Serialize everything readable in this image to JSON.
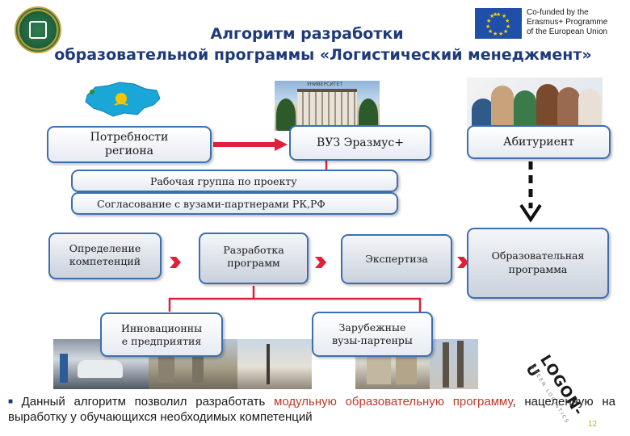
{
  "title": {
    "line1": "Алгоритм разработки",
    "line2": "образовательной программы «Логистический менеджмент»"
  },
  "eu_logo": {
    "line1": "Co-funded by the",
    "line2": "Erasmus+ Programme",
    "line3": "of the European Union"
  },
  "building_sign": "УНИВЕРСИТЕТ",
  "boxes": {
    "need_line1": "Потребности",
    "need_line2": "региона",
    "vuz": "ВУЗ  Эразмус+",
    "abiturient": "Абитуриент",
    "working_group": "Рабочая группа по проекту",
    "agreement": "Согласование с вузами-партнерами РК,РФ",
    "competence_line1": "Определение",
    "competence_line2": "компетенций",
    "development_line1": "Разработка",
    "development_line2": "программ",
    "expertise": "Экспертиза",
    "edu_program_line1": "Образовательная",
    "edu_program_line2": "программа",
    "innovative_line1": "Инновационны",
    "innovative_line2": "е предприятия",
    "foreign_line1": "Зарубежные",
    "foreign_line2": "вузы-партенры"
  },
  "logo_logon": {
    "main": "LOGON-U",
    "sub": "GREEN LOGISTICS"
  },
  "footer": {
    "text_before": "Данный алгоритм позволил разработать ",
    "text_highlight": "модульную образовательную программу",
    "text_after": ", нацеленную на выработку у обучающихся необходимых компетенций"
  },
  "page_number": "12",
  "colors": {
    "title": "#1f3a7a",
    "box_border": "#3d6fb0",
    "connector": "#e0203a",
    "arrow_black": "#111111",
    "highlight": "#c0392b"
  }
}
